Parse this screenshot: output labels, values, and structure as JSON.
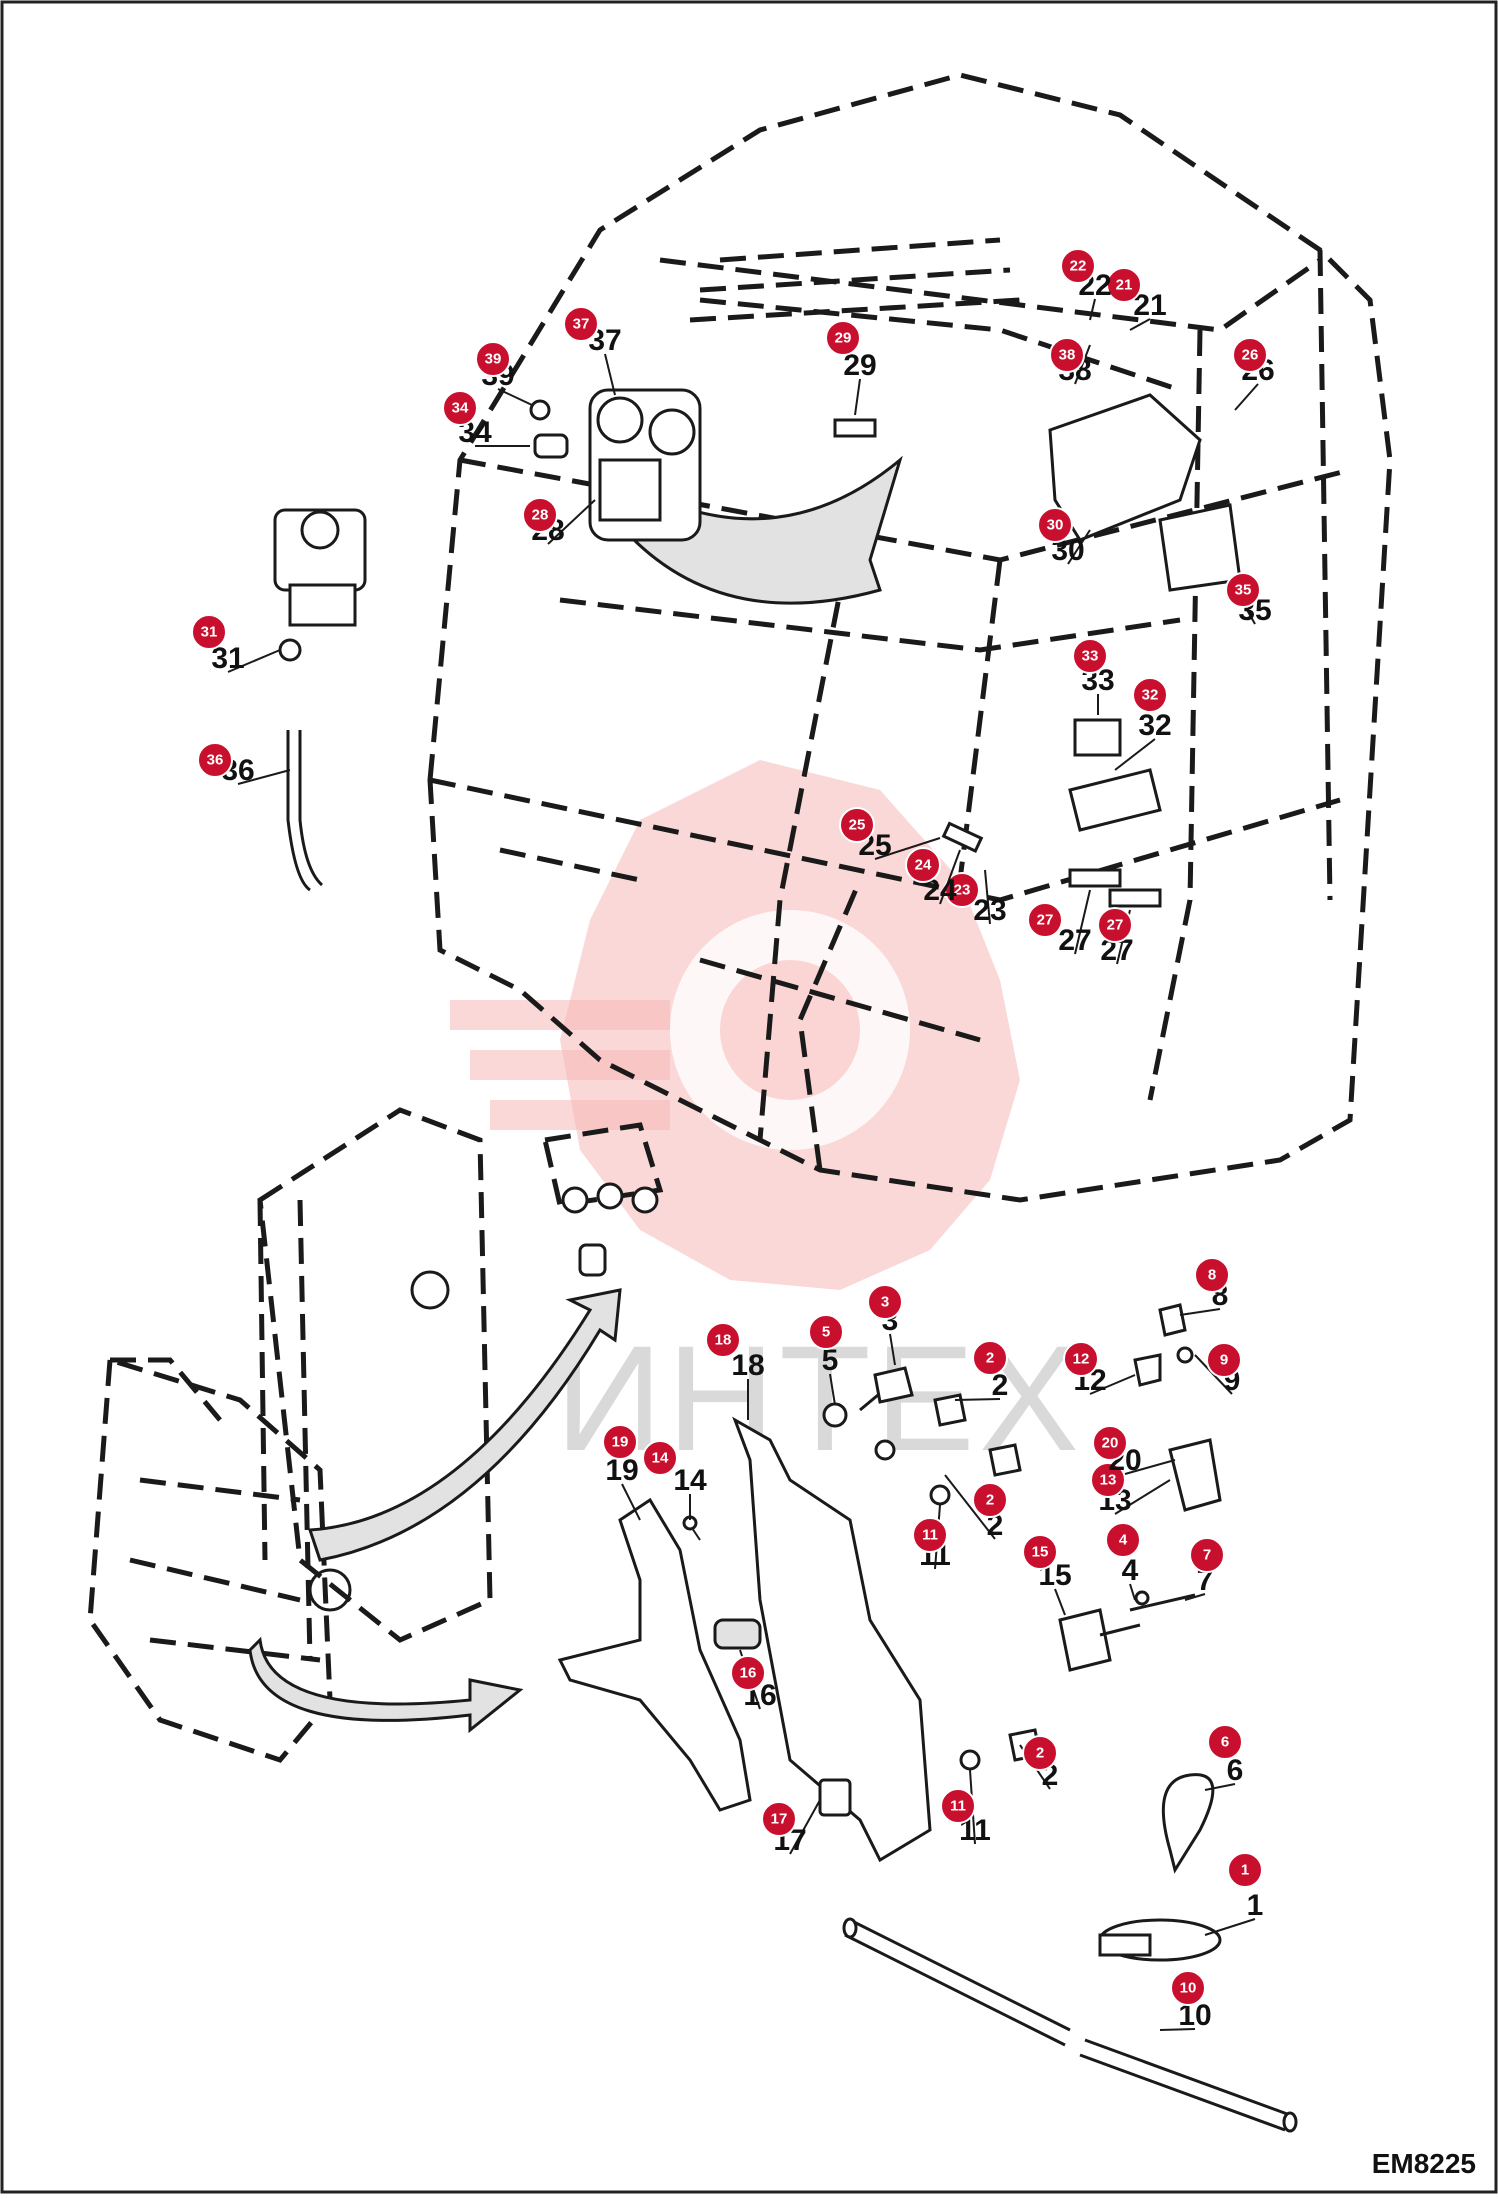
{
  "diagram": {
    "drawing_code": "EM8225",
    "watermark_text": "ИНТЕХ",
    "callouts": [
      {
        "id": "1",
        "label": "1",
        "badge": "1"
      },
      {
        "id": "2a",
        "label": "2",
        "badge": "2"
      },
      {
        "id": "2b",
        "label": "2",
        "badge": "2"
      },
      {
        "id": "2c",
        "label": "2",
        "badge": "2"
      },
      {
        "id": "3",
        "label": "3",
        "badge": "3"
      },
      {
        "id": "4",
        "label": "4",
        "badge": "4"
      },
      {
        "id": "5",
        "label": "5",
        "badge": "5"
      },
      {
        "id": "6",
        "label": "6",
        "badge": "6"
      },
      {
        "id": "7",
        "label": "7",
        "badge": "7"
      },
      {
        "id": "8",
        "label": "8",
        "badge": "8"
      },
      {
        "id": "9",
        "label": "9",
        "badge": "9"
      },
      {
        "id": "10",
        "label": "10",
        "badge": "10"
      },
      {
        "id": "11a",
        "label": "11",
        "badge": "11"
      },
      {
        "id": "11b",
        "label": "11",
        "badge": "11"
      },
      {
        "id": "12",
        "label": "12",
        "badge": "12"
      },
      {
        "id": "13",
        "label": "13",
        "badge": "13"
      },
      {
        "id": "14",
        "label": "14",
        "badge": "14"
      },
      {
        "id": "15",
        "label": "15",
        "badge": "15"
      },
      {
        "id": "16",
        "label": "16",
        "badge": "16"
      },
      {
        "id": "17",
        "label": "17",
        "badge": "17"
      },
      {
        "id": "18",
        "label": "18",
        "badge": "18"
      },
      {
        "id": "19",
        "label": "19",
        "badge": "19"
      },
      {
        "id": "20",
        "label": "20",
        "badge": "20"
      },
      {
        "id": "21",
        "label": "21",
        "badge": "21"
      },
      {
        "id": "22",
        "label": "22",
        "badge": "22"
      },
      {
        "id": "23",
        "label": "23",
        "badge": "23"
      },
      {
        "id": "24",
        "label": "24",
        "badge": "24"
      },
      {
        "id": "25",
        "label": "25",
        "badge": "25"
      },
      {
        "id": "26",
        "label": "26",
        "badge": "26"
      },
      {
        "id": "27a",
        "label": "27",
        "badge": "27"
      },
      {
        "id": "27b",
        "label": "27",
        "badge": "27"
      },
      {
        "id": "28",
        "label": "28",
        "badge": "28"
      },
      {
        "id": "29",
        "label": "29",
        "badge": "29"
      },
      {
        "id": "30",
        "label": "30",
        "badge": "30"
      },
      {
        "id": "31",
        "label": "31",
        "badge": "31"
      },
      {
        "id": "32",
        "label": "32",
        "badge": "32"
      },
      {
        "id": "33",
        "label": "33",
        "badge": "33"
      },
      {
        "id": "34",
        "label": "34",
        "badge": "34"
      },
      {
        "id": "35",
        "label": "35",
        "badge": "35"
      },
      {
        "id": "36",
        "label": "36",
        "badge": "36"
      },
      {
        "id": "37",
        "label": "37",
        "badge": "37"
      },
      {
        "id": "38",
        "label": "38",
        "badge": "38"
      },
      {
        "id": "39",
        "label": "39",
        "badge": "39"
      }
    ]
  }
}
